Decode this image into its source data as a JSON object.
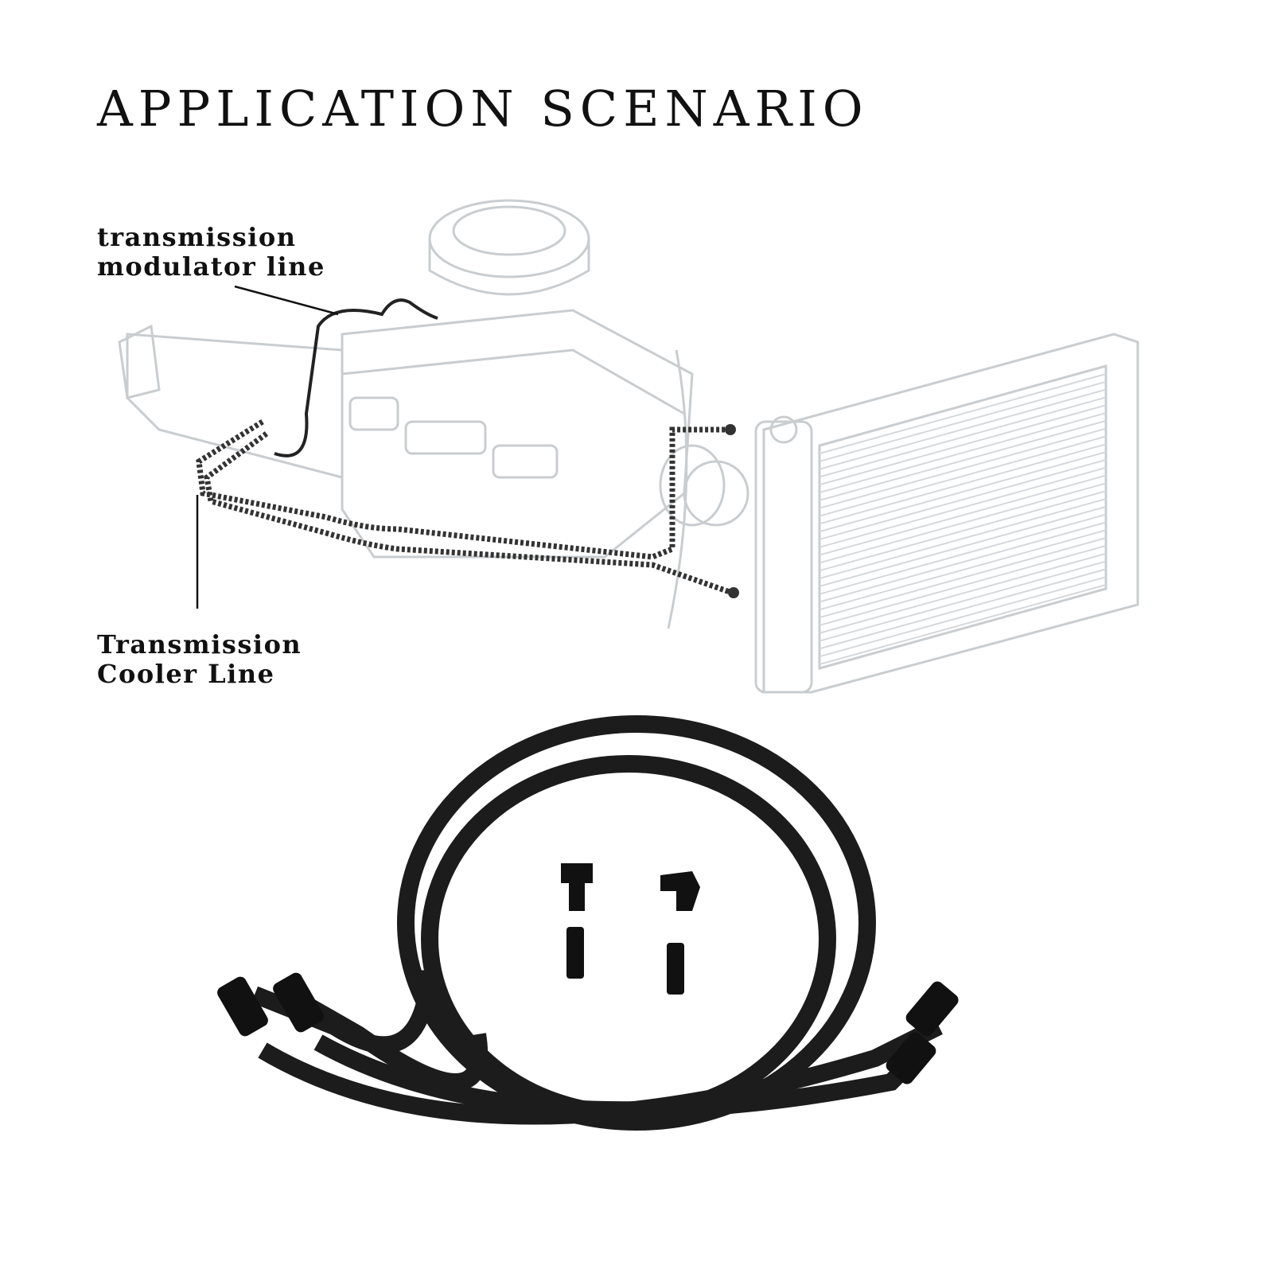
{
  "title": "APPLICATION SCENARIO",
  "labels": {
    "modulator_line": [
      "transmission",
      "modulator line"
    ],
    "cooler_line": [
      "Transmission",
      "Cooler Line"
    ]
  },
  "colors": {
    "sketch": "#c9cdd0",
    "line": "#222222",
    "hose": "#1a1a1a"
  }
}
